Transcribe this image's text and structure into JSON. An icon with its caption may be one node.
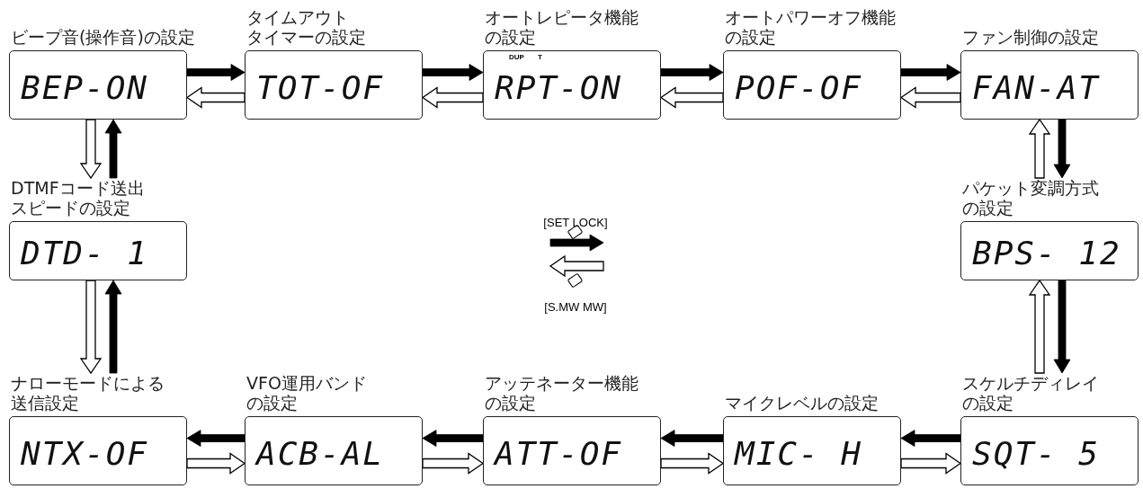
{
  "diagram": {
    "nodes": [
      {
        "text": [
          "ビープ音(操作音)の設定",
          "BEP-ON"
        ]
      },
      {
        "text": [
          "タイムアウトタイマーの設定",
          "TOT-OF"
        ]
      },
      {
        "text": [
          "オートレピータ機能の設定",
          "DUP",
          "T",
          "RPT-ON"
        ]
      },
      {
        "text": [
          "オートパワーオフ機能の設定",
          "POF-OF"
        ]
      },
      {
        "text": [
          "ファン制御の設定",
          "FAN-AT"
        ]
      },
      {
        "text": [
          "DTMFコード送出スピードの設定",
          "DTD- 1"
        ]
      },
      {
        "text": [
          "パケット変調方式の設定",
          "BPS- 12"
        ]
      },
      {
        "text": [
          "ナローモードによる送信設定",
          "NTX-OF"
        ]
      },
      {
        "text": [
          "VFO運用バンドの設定",
          "ACB-AL"
        ]
      },
      {
        "text": [
          "アッテネーター機能の設定",
          "ATT-OF"
        ]
      },
      {
        "text": [
          "マイクレベルの設定",
          "MIC- H"
        ]
      },
      {
        "text": [
          "スケルチディレイの設定",
          "SQT- 5"
        ]
      }
    ],
    "edges": [
      {
        "from": 0,
        "to": 1,
        "arrow": "to",
        "style": "thick"
      },
      {
        "from": 1,
        "to": 0,
        "arrow": "to"
      },
      {
        "from": 1,
        "to": 2,
        "arrow": "to",
        "style": "thick"
      },
      {
        "from": 2,
        "to": 1,
        "arrow": "to"
      },
      {
        "from": 2,
        "to": 3,
        "arrow": "to",
        "style": "thick"
      },
      {
        "from": 3,
        "to": 2,
        "arrow": "to"
      },
      {
        "from": 3,
        "to": 4,
        "arrow": "to",
        "style": "thick"
      },
      {
        "from": 4,
        "to": 3,
        "arrow": "to"
      },
      {
        "from": 0,
        "to": 5,
        "arrow": "to"
      },
      {
        "from": 5,
        "to": 0,
        "arrow": "to",
        "style": "thick"
      },
      {
        "from": 5,
        "to": 7,
        "arrow": "to"
      },
      {
        "from": 7,
        "to": 5,
        "arrow": "to",
        "style": "thick"
      },
      {
        "from": 4,
        "to": 6,
        "arrow": "to",
        "style": "thick"
      },
      {
        "from": 6,
        "to": 4,
        "arrow": "to"
      },
      {
        "from": 6,
        "to": 11,
        "arrow": "to",
        "style": "thick"
      },
      {
        "from": 11,
        "to": 6,
        "arrow": "to"
      },
      {
        "from": 8,
        "to": 7,
        "arrow": "to",
        "style": "thick"
      },
      {
        "from": 7,
        "to": 8,
        "arrow": "to"
      },
      {
        "from": 9,
        "to": 8,
        "arrow": "to",
        "style": "thick"
      },
      {
        "from": 8,
        "to": 9,
        "arrow": "to"
      },
      {
        "from": 10,
        "to": 9,
        "arrow": "to",
        "style": "thick"
      },
      {
        "from": 9,
        "to": 10,
        "arrow": "to"
      },
      {
        "from": 11,
        "to": 10,
        "arrow": "to",
        "style": "thick"
      },
      {
        "from": 10,
        "to": 11,
        "arrow": "to"
      }
    ],
    "legend": [
      {
        "text": "[SET LOCK]"
      },
      {
        "text": "[S.MW MW]"
      }
    ]
  }
}
